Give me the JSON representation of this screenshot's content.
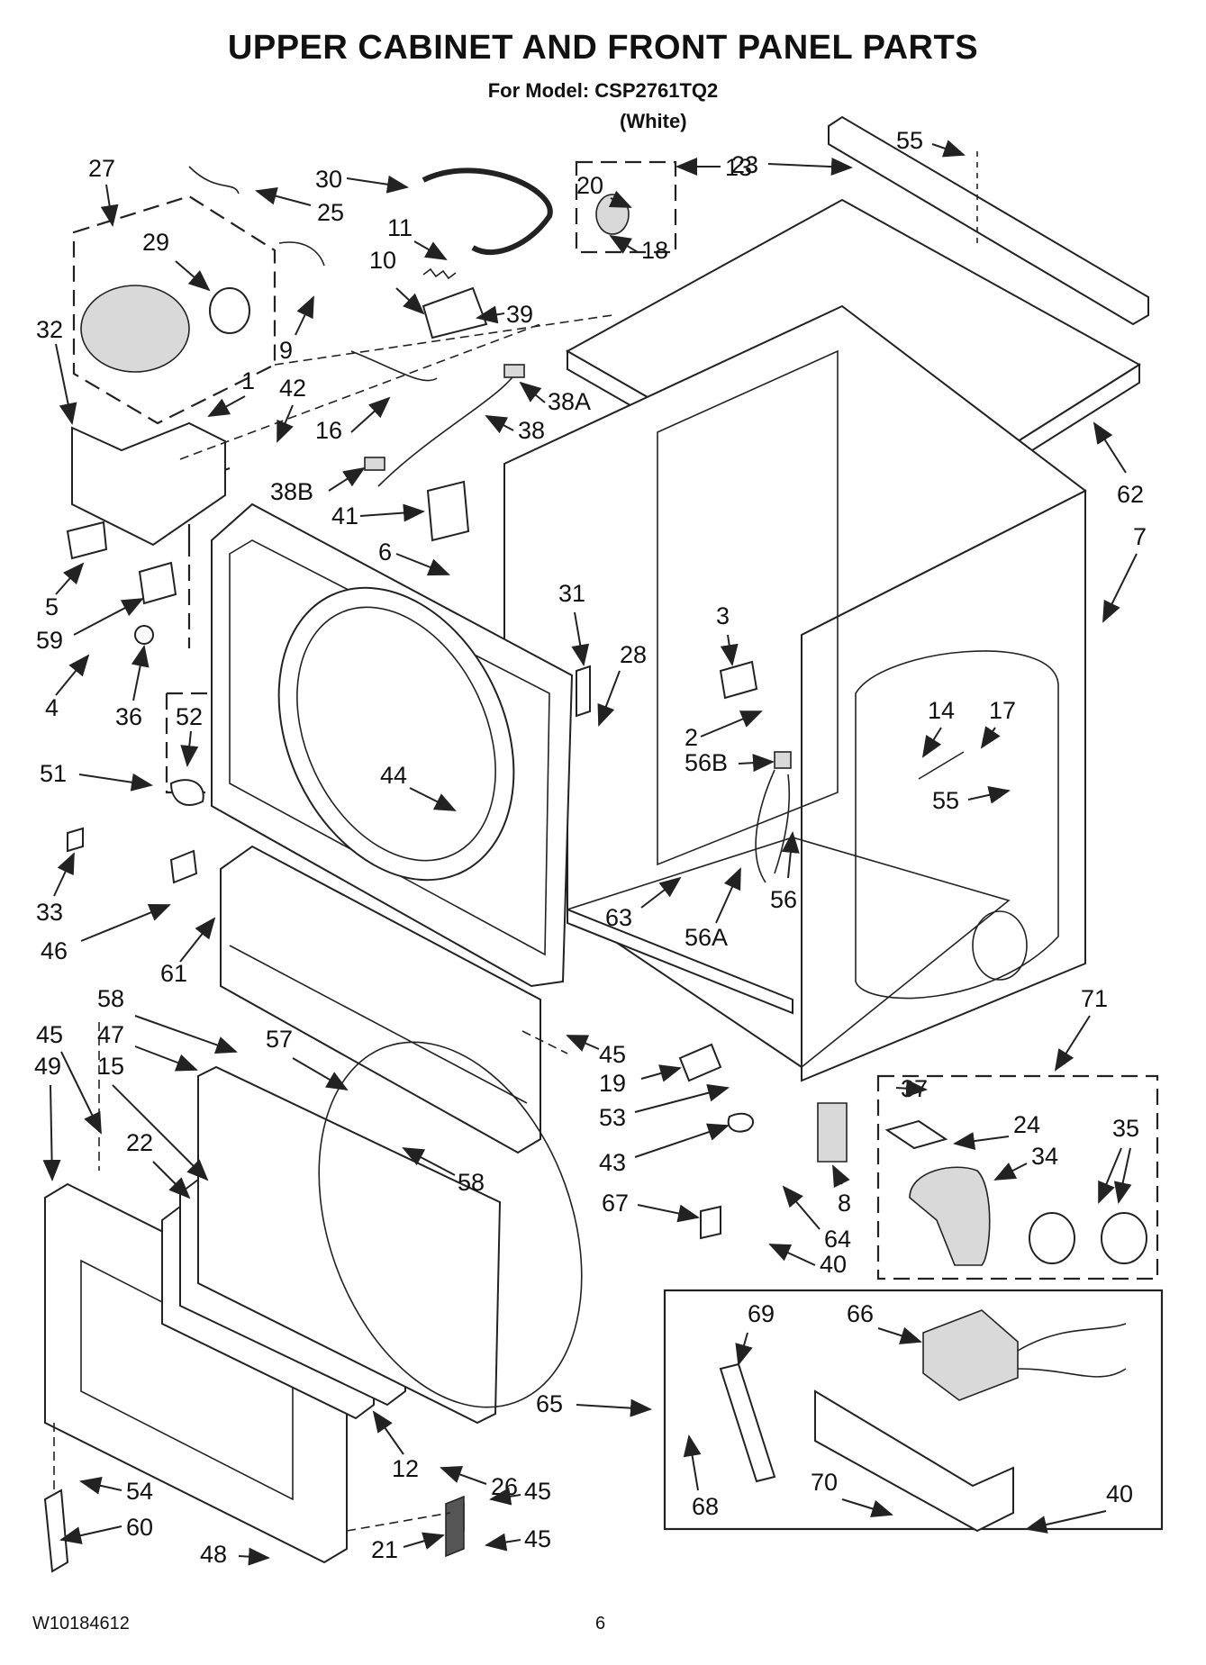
{
  "header": {
    "title": "UPPER CABINET AND FRONT PANEL PARTS",
    "model": "For Model: CSP2761TQ2",
    "color": "(White)"
  },
  "footer": {
    "doc_number": "W10184612",
    "page": "6"
  },
  "callouts": [
    "1",
    "2",
    "3",
    "4",
    "5",
    "6",
    "7",
    "8",
    "9",
    "10",
    "11",
    "12",
    "13",
    "14",
    "15",
    "16",
    "17",
    "18",
    "19",
    "20",
    "21",
    "22",
    "23",
    "24",
    "25",
    "26",
    "27",
    "28",
    "29",
    "30",
    "31",
    "32",
    "33",
    "34",
    "35",
    "36",
    "37",
    "38",
    "38A",
    "38B",
    "39",
    "40",
    "41",
    "42",
    "43",
    "44",
    "45",
    "46",
    "47",
    "48",
    "49",
    "51",
    "52",
    "53",
    "54",
    "55",
    "56",
    "56A",
    "56B",
    "57",
    "58",
    "59",
    "60",
    "61",
    "62",
    "63",
    "64",
    "65",
    "66",
    "67",
    "68",
    "69",
    "70",
    "71"
  ]
}
